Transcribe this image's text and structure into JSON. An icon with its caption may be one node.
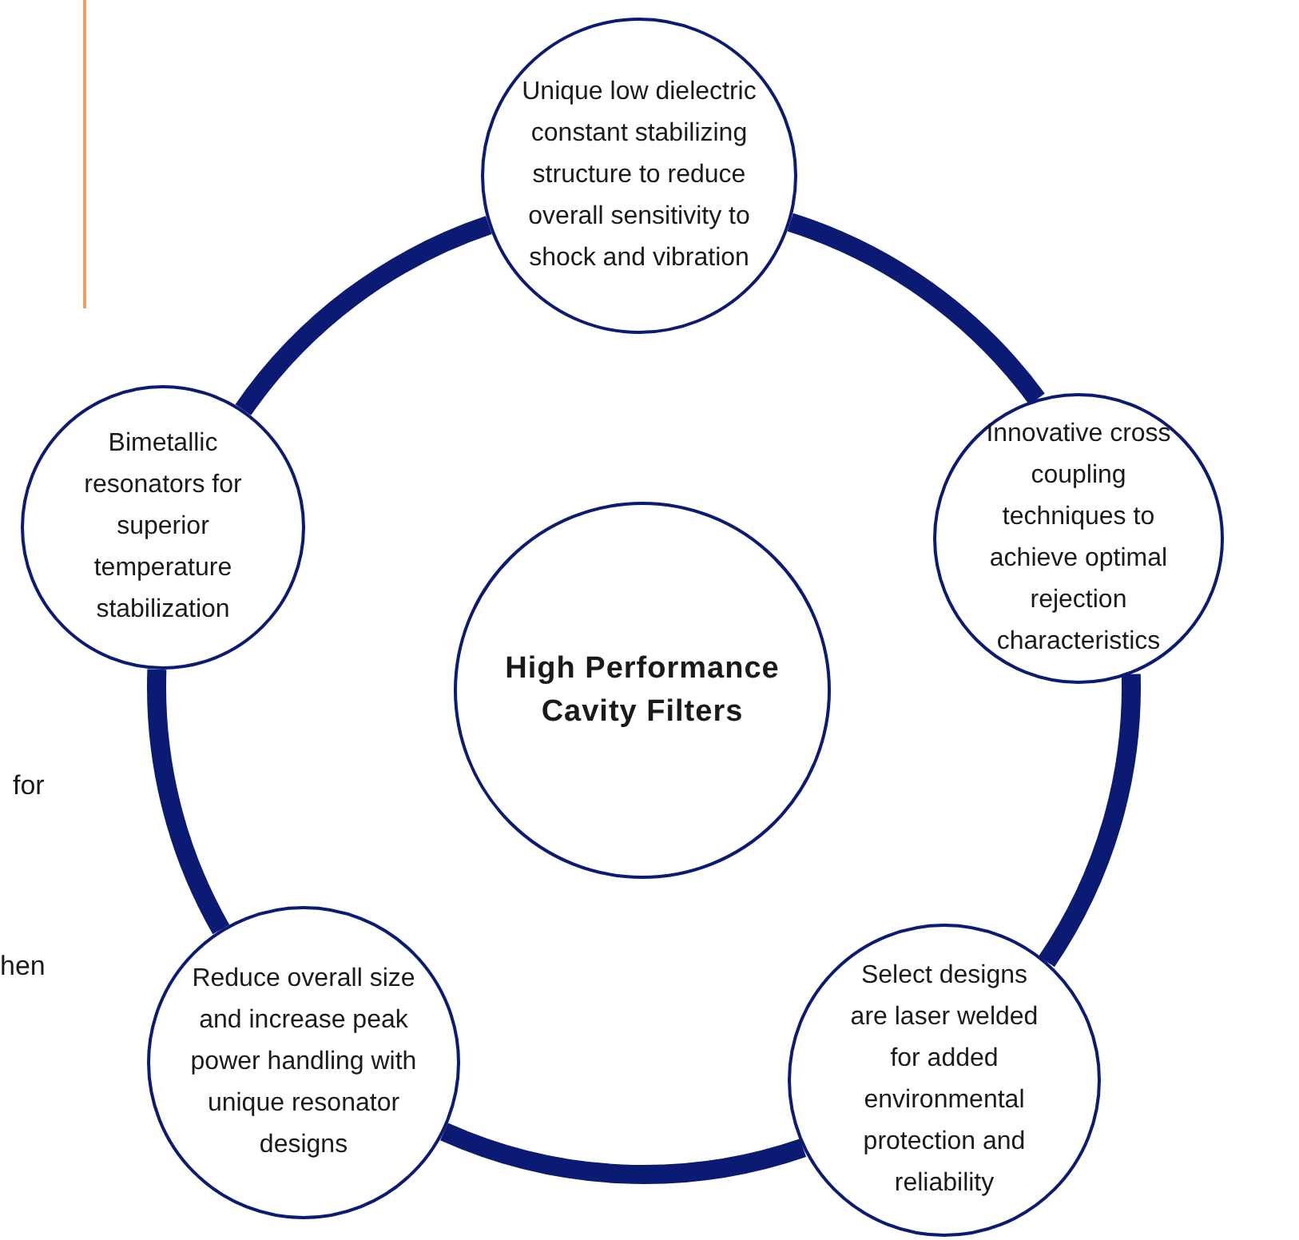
{
  "diagram": {
    "nodes": [
      {
        "text": [
          "Unique low dielectric constant stabilizing structure to reduce overall sensitivity to shock and vibration"
        ]
      },
      {
        "text": [
          "Bimetallic resonators for superior temperature stabilization"
        ]
      },
      {
        "text": [
          "Innovative cross coupling techniques to achieve optimal rejection characteristics"
        ]
      },
      {
        "text": [
          "High Performance Cavity Filters"
        ]
      },
      {
        "text": [
          "Reduce overall size and increase peak power handling with unique resonator designs"
        ]
      },
      {
        "text": [
          "Select designs are laser welded for added environmental protection and reliability"
        ]
      }
    ],
    "edges": [
      {
        "from": 0,
        "to": 2,
        "arrow": "none"
      },
      {
        "from": 2,
        "to": 5,
        "arrow": "none"
      },
      {
        "from": 5,
        "to": 4,
        "arrow": "none"
      },
      {
        "from": 4,
        "to": 1,
        "arrow": "none"
      },
      {
        "from": 1,
        "to": 0,
        "arrow": "none"
      }
    ],
    "labels": [
      "for",
      "hen"
    ]
  }
}
